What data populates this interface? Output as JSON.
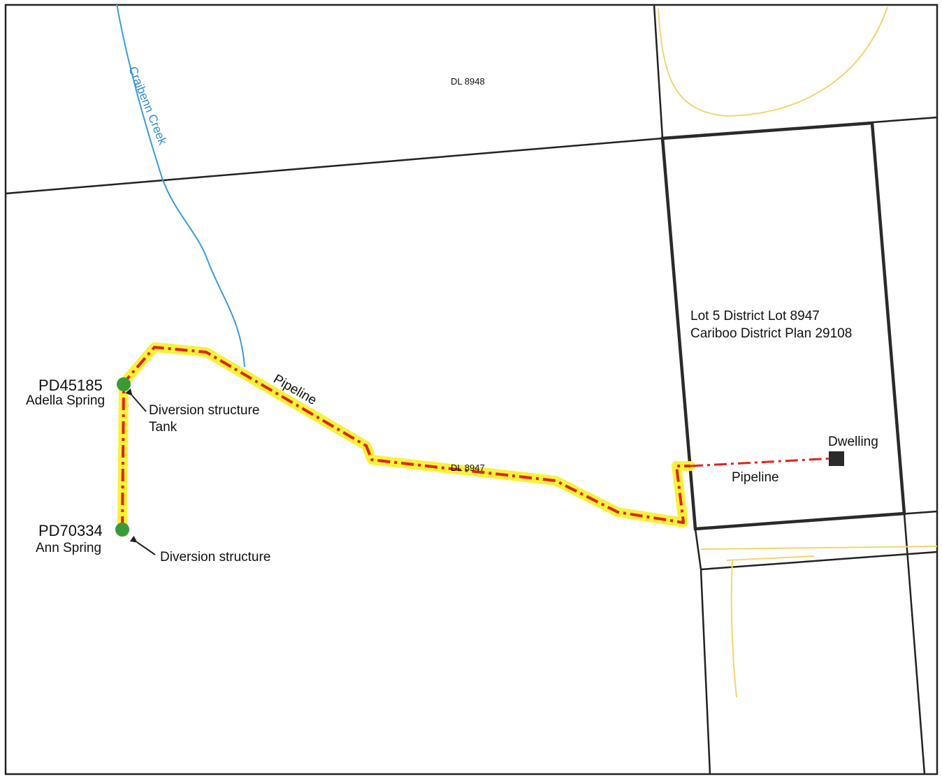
{
  "labels": {
    "dl_8948": "DL 8948",
    "dl_8947": "DL 8947",
    "creek": "Craibenn Creek",
    "lot_line1": "Lot 5 District Lot 8947",
    "lot_line2": "Cariboo District Plan 29108",
    "pipeline_upper": "Pipeline",
    "pipeline_lower": "Pipeline",
    "dwelling": "Dwelling",
    "pd45185_id": "PD45185",
    "pd45185_name": "Adella Spring",
    "pd45185_note1": "Diversion structure",
    "pd45185_note2": "Tank",
    "pd70334_id": "PD70334",
    "pd70334_name": "Ann Spring",
    "pd70334_note": "Diversion structure"
  },
  "colors": {
    "parcel_line": "#222222",
    "lot_outline": "#2a2a2a",
    "creek": "#3a9ad9",
    "road": "#f2d46e",
    "pipeline_dash": "#e0231c",
    "pipeline_highlight": "#f7f23a",
    "spring_point": "#3a9a3a",
    "dwelling": "#2b2b2b"
  },
  "icons": {
    "spring": "green-circle",
    "dwelling": "black-square",
    "pointer": "arrow-icon"
  }
}
